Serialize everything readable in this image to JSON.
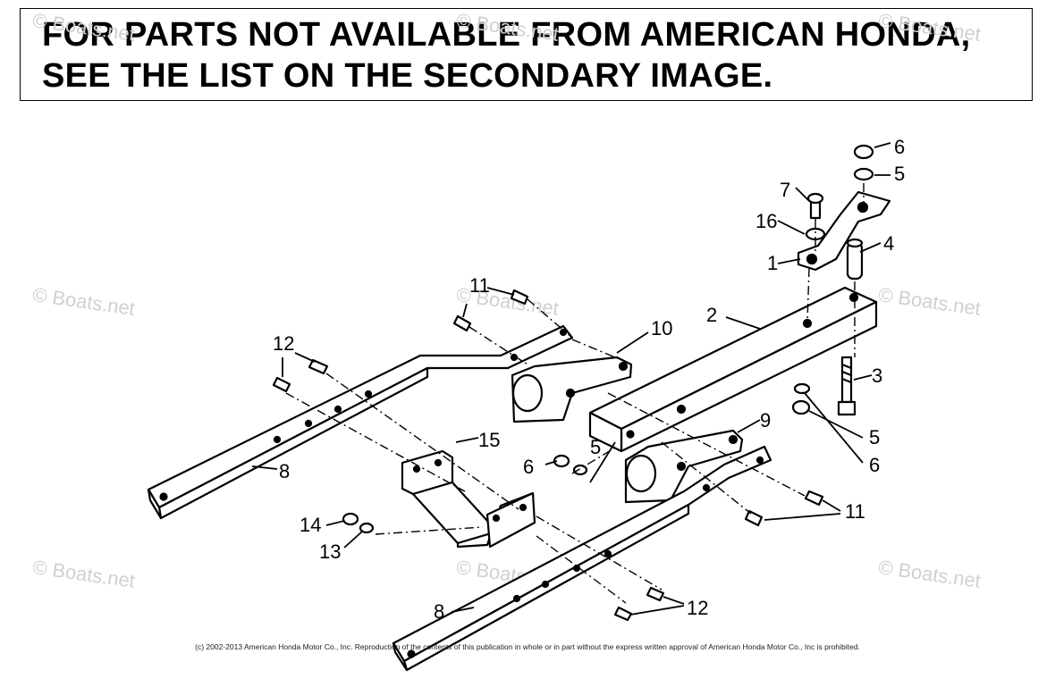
{
  "notice": {
    "line1": "FOR PARTS NOT AVAILABLE FROM AMERICAN HONDA,",
    "line2": "SEE THE LIST ON THE SECONDARY IMAGE."
  },
  "callouts": {
    "c1": "1",
    "c2": "2",
    "c3": "3",
    "c4": "4",
    "c5a": "5",
    "c5b": "5",
    "c5c": "5",
    "c6a": "6",
    "c6b": "6",
    "c6c": "6",
    "c7": "7",
    "c8a": "8",
    "c8b": "8",
    "c9": "9",
    "c10": "10",
    "c11a": "11",
    "c11b": "11",
    "c12a": "12",
    "c12b": "12",
    "c13": "13",
    "c14": "14",
    "c15": "15",
    "c16": "16"
  },
  "watermark": "© Boats.net",
  "copyright": "(c) 2002-2013 American Honda Motor Co., Inc. Reproduction of the contents of this publication in whole or in part without the express written approval of American Honda Motor Co., Inc is prohibited."
}
